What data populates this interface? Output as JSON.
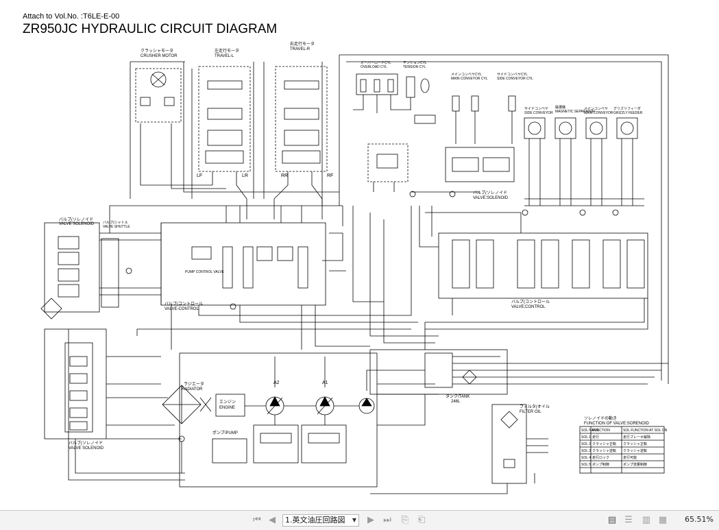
{
  "document": {
    "attach_label": "Attach to Vol.No. :T6LE-E-00",
    "title": "ZR950JC  HYDRAULIC CIRCUIT DIAGRAM",
    "labels": {
      "crusher_motor_jp": "クラッシャモータ",
      "crusher_motor": "CRUSHER MOTOR",
      "travel_l_jp": "左走行モータ",
      "travel_l": "TRAVEL-L",
      "travel_r_jp": "右走行モータ",
      "travel_r": "TRAVEL-R",
      "overload_cyl_jp": "オーバーロードCYL",
      "overload_cyl": "OVERLOAD CYL",
      "tension_cyl_jp": "テンションCYL",
      "tension_cyl": "TENSION CYL",
      "main_conveyor_cyl_jp": "メインコンベヤCYL",
      "main_conveyor_cyl": "MAIN CONVEYOR CYL",
      "side_conveyor_cyl_jp": "サイドコンベヤCYL",
      "side_conveyor_cyl": "SIDE CONVEYOR CYL",
      "side_conveyor_jp": "サイドコンベヤ",
      "side_conveyor": "SIDE CONVEYOR",
      "magnetic_separator_jp": "磁選機",
      "magnetic_separator": "MAGNETIC SEPARATOR",
      "main_conveyor_jp": "メインコンベヤ",
      "main_conveyor": "MAIN CONVEYOR",
      "grizzly_feeder_jp": "グリズリフィーダ",
      "grizzly_feeder": "GRIZZLY FEEDER",
      "valve_solenoid_top_jp": "バルブ(ソレノイド",
      "valve_solenoid_top": "VALVE:SOLENOID",
      "valve_solenoid_left_jp": "バルブ(ソレノイド",
      "valve_solenoid_left": "VALVE SOLENOID",
      "valve_shuttle_jp": "バルブ(シャトル",
      "valve_shuttle": "VALVE SHUTTLE",
      "pump_control_valve": "PUMP CONTROL VALVE",
      "valve_control_left_jp": "バルブ(コントロール",
      "valve_control_left": "VALVE-CONTROL",
      "valve_control_right_jp": "バルブ(コントロール",
      "valve_control_right": "VALVE;CONTROL",
      "valve_solenoid_bottom_jp": "バルブ(ソレノイド",
      "valve_solenoid_bottom": "VALVE SOLENOID",
      "radiator_jp": "ラジエータ",
      "radiator": "RADIATOR",
      "engine_jp": "エンジン",
      "engine": "ENGINE",
      "pump": "ポンプ/PUMP",
      "tank_jp": "タンク/TANK",
      "tank_cap": "246L",
      "filter_oil_jp": "フィルタ(オイル",
      "filter_oil": "FILTER OIL",
      "a1": "A1",
      "a2": "A2",
      "lf": "LF",
      "lr": "LR",
      "rr": "RR",
      "rf": "RF"
    },
    "solenoid_table": {
      "title_jp": "ソレノイドの動き",
      "title": "FUNCTION OF VALVE:SORENOID",
      "header": [
        "SOL NAME",
        "FUNCTION",
        "SOL FUNCTION AT SOL ON"
      ],
      "rows": [
        [
          "SOL 1",
          "走行",
          "走行ブレーキ解除"
        ],
        [
          "SOL 2",
          "クラッシャ正転",
          "クラッシャ正転"
        ],
        [
          "SOL 3",
          "クラッシャ逆転",
          "クラッシャ逆転"
        ],
        [
          "SOL 4",
          "走行ロック",
          "走行可能"
        ],
        [
          "SOL 5",
          "ポンプ制御",
          "ポンプ流量制御"
        ]
      ]
    }
  },
  "toolbar": {
    "page_select_value": "1.英文油圧回路図",
    "zoom": "65.51%"
  },
  "colors": {
    "line": "#000000",
    "toolbar_bg": "#f3f3f3"
  }
}
